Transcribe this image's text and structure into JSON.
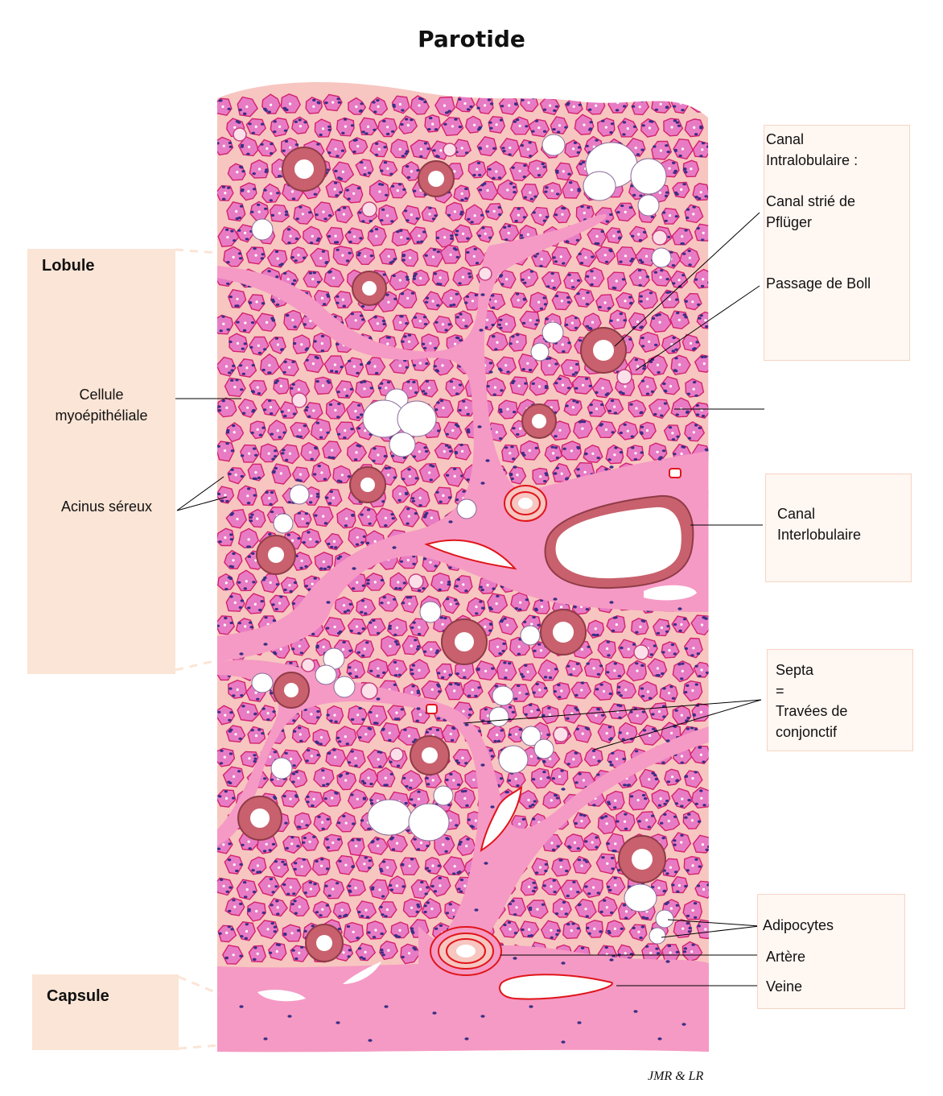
{
  "title": "Parotide",
  "labels": {
    "lobule": "Lobule",
    "capsule": "Capsule",
    "myo_line1": "Cellule",
    "myo_line2": "myoépithéliale",
    "acinus": "Acinus séreux",
    "intra_line1": "Canal",
    "intra_line2": "Intralobulaire  :",
    "strie_line1": "Canal strié de",
    "strie_line2": "Pflüger",
    "boll": "Passage de Boll",
    "inter_line1": "Canal",
    "inter_line2": "Interlobulaire",
    "septa_line1": "Septa",
    "septa_line2": "=",
    "septa_line3": "Travées de",
    "septa_line4": "conjonctif",
    "adipocytes": "Adipocytes",
    "artere": "Artère",
    "veine": "Veine"
  },
  "signature": "JMR  & LR",
  "colors": {
    "parenchyma": "#f7c6c0",
    "connective": "#f59ac4",
    "acinus_fill": "#e87cc4",
    "acinus_outline": "#d3216e",
    "nucleus": "#3a2f86",
    "striated_duct": "#c8616d",
    "artery_outline": "#e0151b",
    "label_box": "#fbe5d6"
  }
}
